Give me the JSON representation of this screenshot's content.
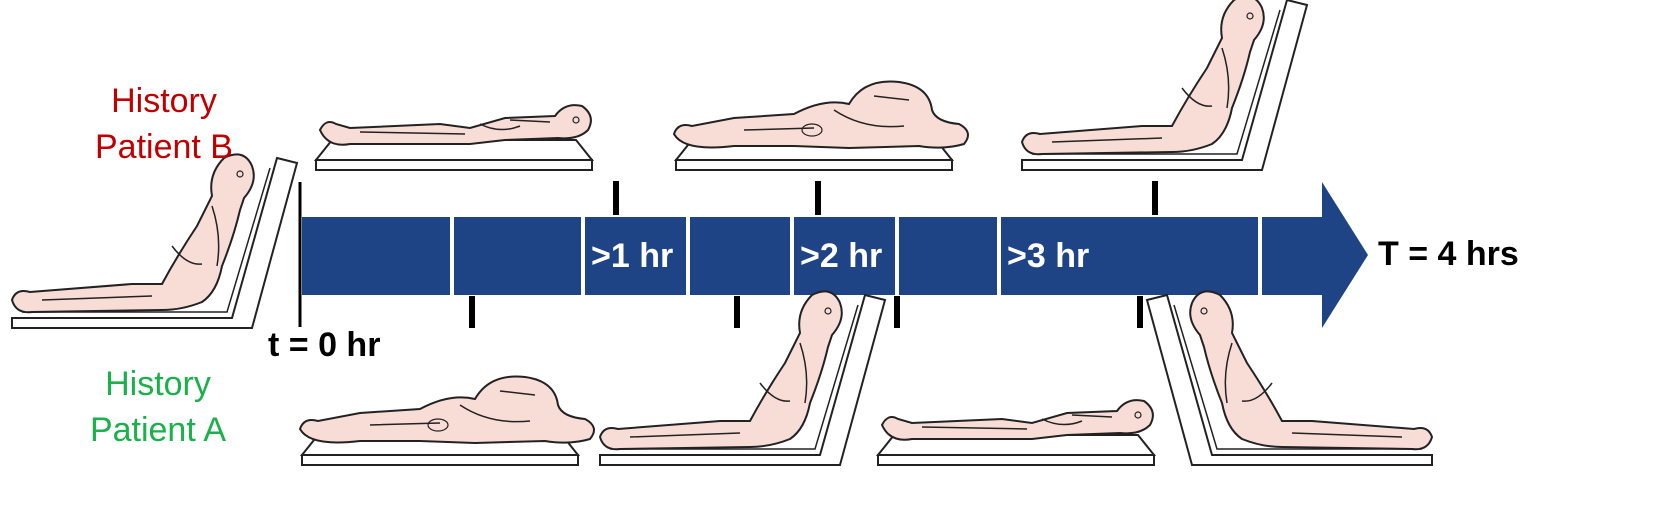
{
  "colors": {
    "timeline": "#1f4485",
    "patient_a": "#1ab04a",
    "patient_b": "#c00000",
    "skin": "#f8dcd6",
    "outline": "#222222"
  },
  "patient_b_label": {
    "line1": "History",
    "line2": "Patient B"
  },
  "patient_a_label": {
    "line1": "History",
    "line2": "Patient A"
  },
  "start_label": "t = 0 hr",
  "end_label": "T = 4 hrs",
  "interval_labels": [
    ">1 hr",
    ">2 hr",
    ">3 hr"
  ],
  "patient_b_positions": [
    "supine",
    "lateral",
    "semi-recumbent"
  ],
  "patient_a_positions": [
    "lateral",
    "semi-recumbent",
    "supine",
    "semi-recumbent"
  ],
  "initial_position": "semi-recumbent"
}
